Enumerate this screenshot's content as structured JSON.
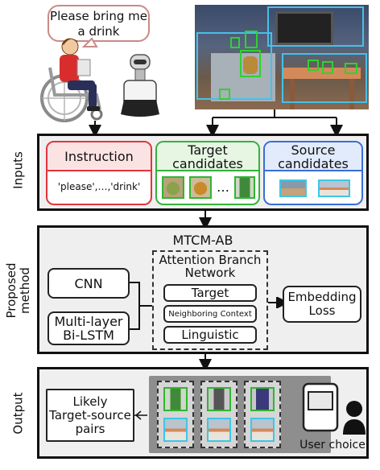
{
  "speech_bubble": {
    "text_line1": "Please bring me",
    "text_line2": "a drink"
  },
  "inputs": {
    "section_label": "Inputs",
    "instruction": {
      "title": "Instruction",
      "tokens": "'please',…,'drink'",
      "color": "#e0343d"
    },
    "target": {
      "title_line1": "Target",
      "title_line2": "candidates",
      "ellipsis": "…",
      "color": "#34b23a"
    },
    "source": {
      "title_line1": "Source",
      "title_line2": "candidates",
      "color": "#3a6fd2"
    }
  },
  "method": {
    "section_label_line1": "Proposed",
    "section_label_line2": "method",
    "title": "MTCM-AB",
    "cnn": "CNN",
    "lstm_line1": "Multi-layer",
    "lstm_line2": "Bi-LSTM",
    "abn_line1": "Attention Branch",
    "abn_line2": "Network",
    "branches": [
      "Target",
      "Neighboring Context",
      "Linguistic"
    ],
    "loss_line1": "Embedding",
    "loss_line2": "Loss"
  },
  "output": {
    "section_label": "Output",
    "pairs_line1": "Likely",
    "pairs_line2": "Target-source",
    "pairs_line3": "pairs",
    "user_choice": "User choice"
  },
  "colors": {
    "target_frame": "#2fb62f",
    "source_frame": "#3ec6e6",
    "section_bg": "#efefef"
  }
}
